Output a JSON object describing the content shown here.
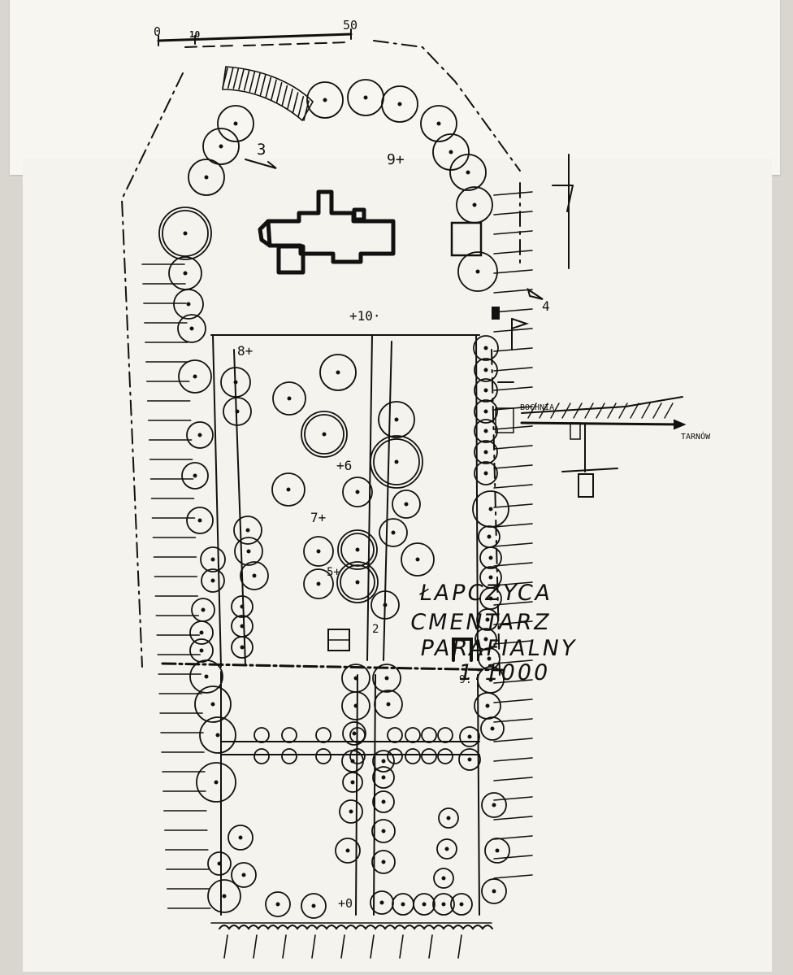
{
  "scale_bar": {
    "labels": [
      "0",
      "10",
      "50"
    ]
  },
  "title": {
    "line1": "ŁAPCZYCA",
    "line2": "CMENTARZ",
    "line3": "PARAFIALNY",
    "scale": "1:1000"
  },
  "roads": {
    "left": "BOCHNIA",
    "right": "TARNÓW"
  },
  "map_labels": {
    "l3": "3",
    "l4": "4",
    "l9": "9+",
    "l10": "+10·",
    "l8": "8+",
    "l6": "+6",
    "l7": "7+",
    "l5": "5+",
    "l2": "2",
    "l0": "+0",
    "l9b": "9:"
  },
  "colors": {
    "ink": "#111111",
    "paper": "#f4f3ee"
  }
}
